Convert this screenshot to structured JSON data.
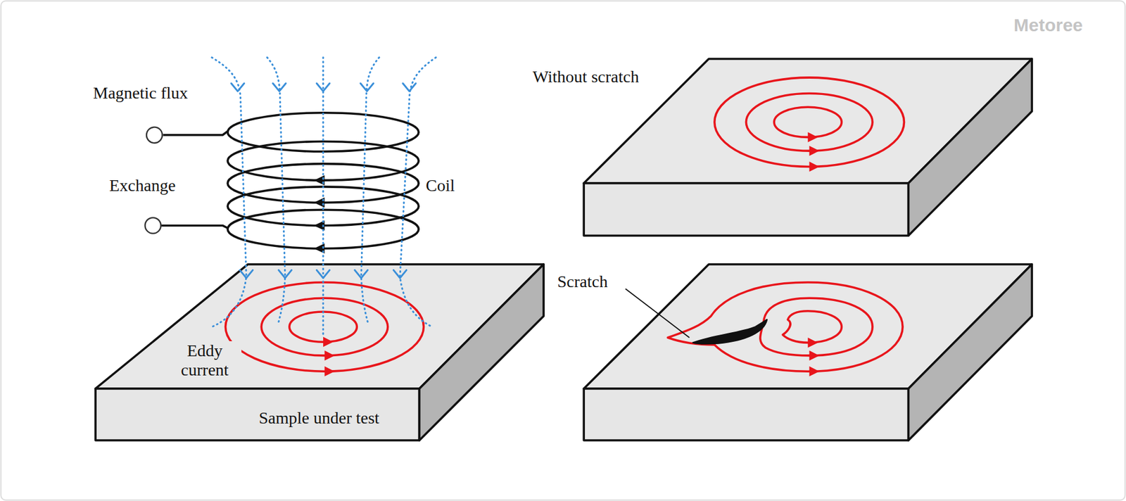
{
  "diagram": {
    "labels": [
      "Magnetic flux",
      "Exchange",
      "Coil",
      "Eddy current",
      "Sample under test",
      "Without scratch",
      "Scratch",
      "Metoree"
    ]
  }
}
